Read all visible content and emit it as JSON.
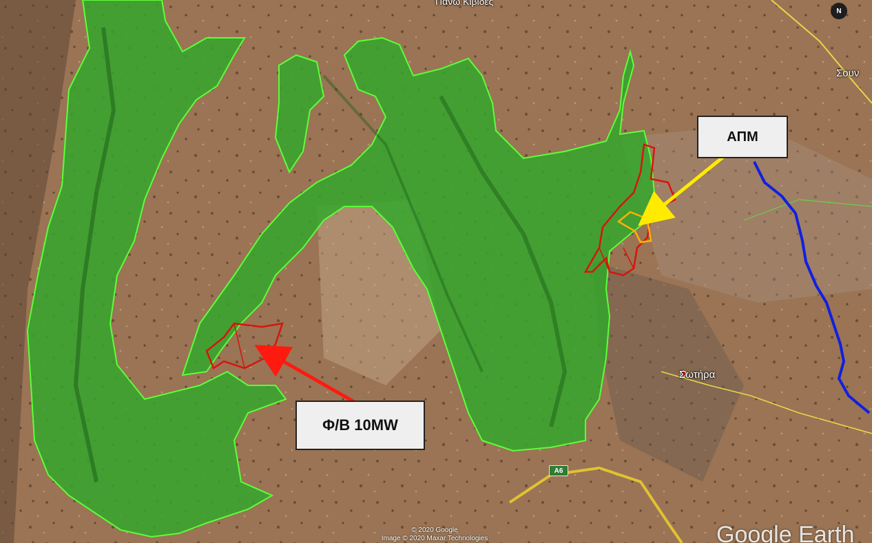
{
  "map": {
    "place_labels": {
      "top_village": "Πάνω Κιβίδες",
      "soteira": "Σωτήρα",
      "souni": "Σουν"
    },
    "callouts": {
      "substation": "ΑΠΜ",
      "pv_park": "Φ/Β 10MW"
    },
    "road_shield": "A6",
    "attribution": {
      "line1": "© 2020 Google",
      "line2": "Image © 2020 Maxar Technologies"
    },
    "brand": "Google Earth",
    "compass": "N",
    "colors": {
      "protected_area_fill": "#2fa82a",
      "protected_area_outline": "#5cff3a",
      "parcel_outline": "#d8140c",
      "substation_outline": "#ffb300",
      "arrow_substation": "#ffeb00",
      "arrow_pv": "#ff1a10",
      "river": "#1020e0",
      "roads": "#e6d84a"
    },
    "icons": [
      "compass-icon",
      "road-shield-icon",
      "place-pin-icon"
    ]
  }
}
